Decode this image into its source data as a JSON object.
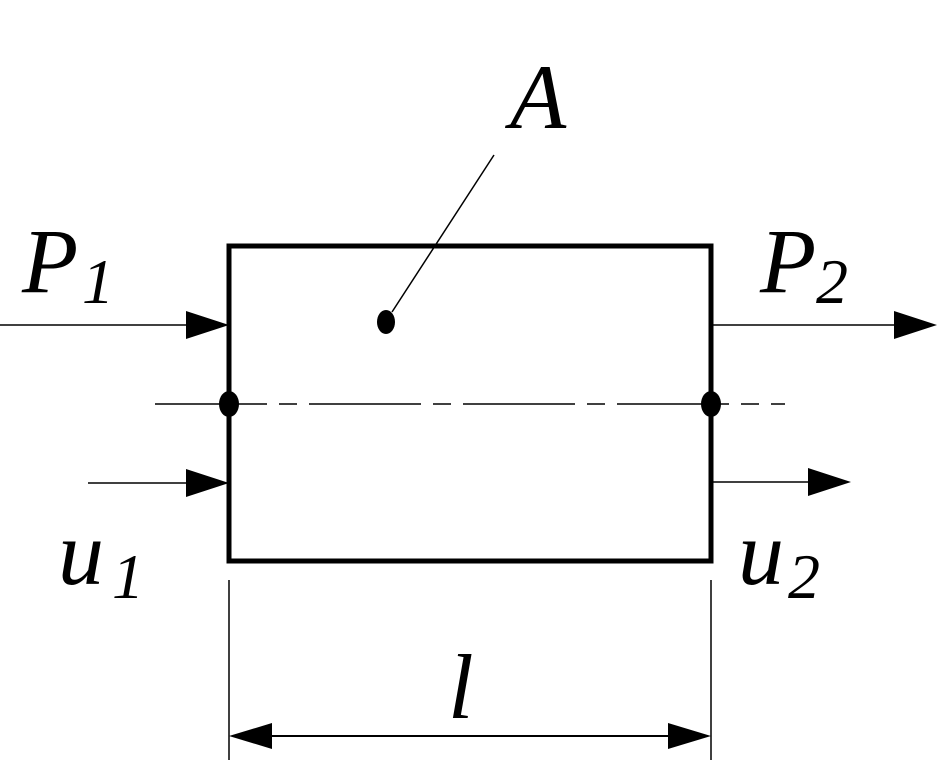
{
  "labels": {
    "area": "A",
    "p1_main": "P",
    "p1_sub": "1",
    "p2_main": "P",
    "p2_sub": "2",
    "u1_main": "u",
    "u1_sub": "1",
    "u2_main": "u",
    "u2_sub": "2",
    "length": "l"
  },
  "colors": {
    "stroke": "#000000",
    "background": "#ffffff"
  }
}
